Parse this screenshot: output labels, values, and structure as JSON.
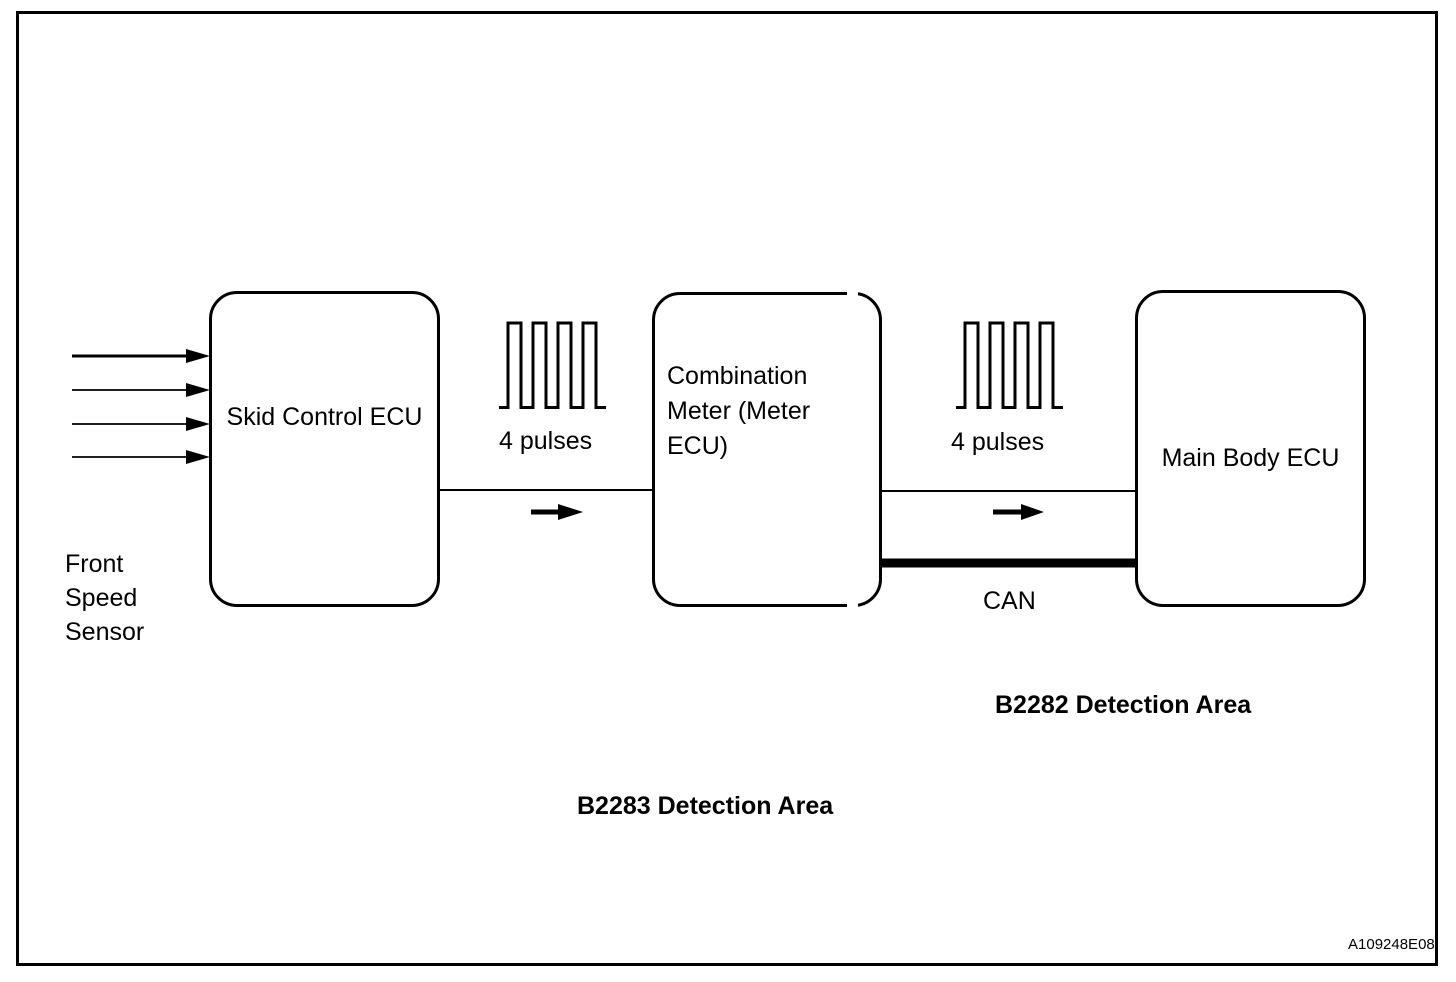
{
  "frame": {
    "background_color": "#ffffff",
    "line_color": "#000000"
  },
  "nodes": {
    "skid_control_ecu": {
      "label": "Skid Control ECU"
    },
    "combination_meter": {
      "label": "Combination Meter (Meter ECU)"
    },
    "main_body_ecu": {
      "label": "Main Body ECU"
    }
  },
  "labels": {
    "front_speed_sensor": "Front\nSpeed\nSensor",
    "pulse_label_1": "4 pulses",
    "pulse_label_2": "4 pulses",
    "can_bus": "CAN",
    "detection_area_b2282": "B2282 Detection Area",
    "detection_area_b2283": "B2283 Detection Area",
    "figure_code": "A109248E08"
  },
  "icons": {
    "pulse-waveform-icon": "square-wave of 4 pulses",
    "arrow-right-icon": "black right-pointing arrow"
  }
}
